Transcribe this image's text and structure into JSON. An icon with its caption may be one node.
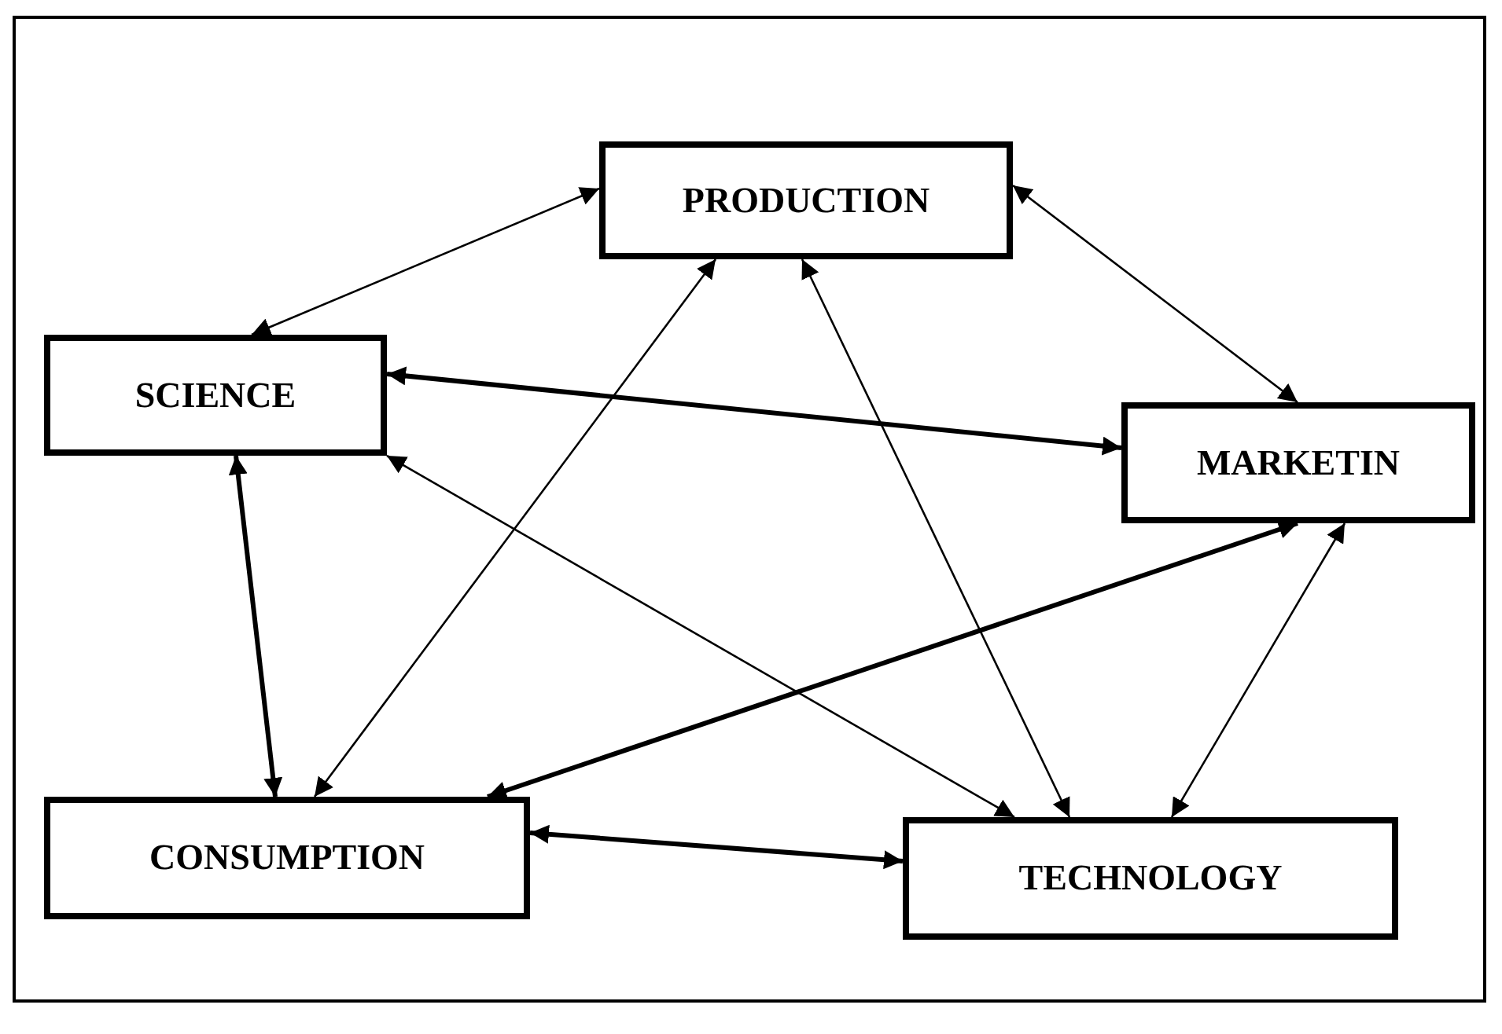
{
  "diagram": {
    "nodes": [
      {
        "text": [
          "PRODUCTION"
        ]
      },
      {
        "text": [
          "SCIENCE"
        ]
      },
      {
        "text": [
          "MARKETIN"
        ]
      },
      {
        "text": [
          "CONSUMPTION"
        ]
      },
      {
        "text": [
          "TECHNOLOGY"
        ]
      }
    ],
    "edges": [
      {
        "from": 0,
        "to": 1,
        "arrow": "both"
      },
      {
        "from": 0,
        "to": 2,
        "arrow": "both"
      },
      {
        "from": 1,
        "to": 2,
        "arrow": "both",
        "style": "thick"
      },
      {
        "from": 1,
        "to": 3,
        "arrow": "both",
        "style": "thick"
      },
      {
        "from": 0,
        "to": 3,
        "arrow": "both"
      },
      {
        "from": 0,
        "to": 4,
        "arrow": "both"
      },
      {
        "from": 1,
        "to": 4,
        "arrow": "both"
      },
      {
        "from": 2,
        "to": 3,
        "arrow": "both",
        "style": "thick"
      },
      {
        "from": 2,
        "to": 4,
        "arrow": "both"
      },
      {
        "from": 3,
        "to": 4,
        "arrow": "both",
        "style": "thick"
      }
    ]
  }
}
